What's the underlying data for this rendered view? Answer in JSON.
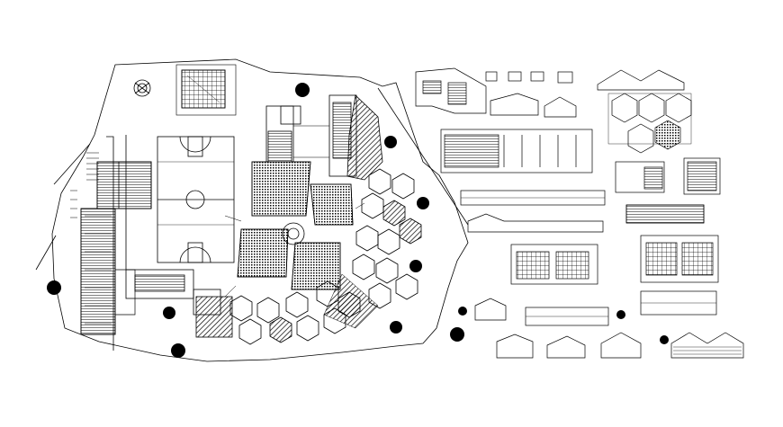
{
  "drawing": {
    "background": "#ffffff",
    "line_color": "#000000",
    "visible_labels": []
  },
  "site_plan": {
    "features": [
      "basketball-court",
      "playground-court",
      "hexagonal-classroom-modules",
      "hatched-garden-blocks",
      "central-roundabout",
      "trees"
    ]
  },
  "detail_sheets": {
    "count": 22
  }
}
